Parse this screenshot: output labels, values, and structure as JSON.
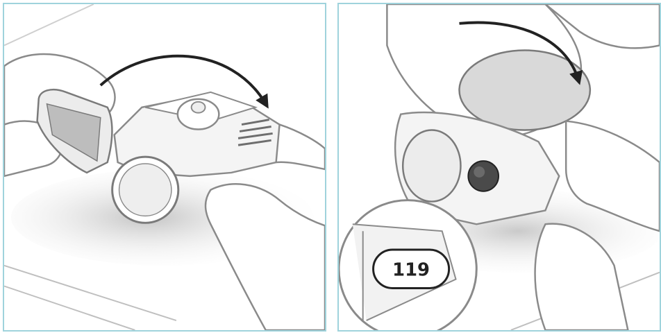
{
  "panels": [
    {
      "step": "open-cover",
      "arrow_direction": "clockwise"
    },
    {
      "step": "press-and-close",
      "arrow_direction": "downward"
    }
  ],
  "counter": {
    "value": "119"
  },
  "colors": {
    "frame": "#9fd3dc",
    "line": "#8a8a8a",
    "arrow": "#222222",
    "shade": "#d6d6d6"
  }
}
